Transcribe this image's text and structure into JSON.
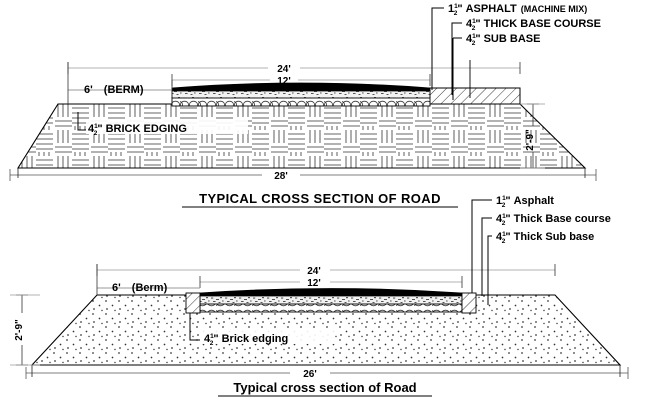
{
  "drawing": {
    "sheet_title": "Typical cross section of Road drawing",
    "background_color": "#ffffff",
    "line_color": "#000000",
    "dim_line_color": "#808080",
    "asphalt_color": "#000000"
  },
  "top_section": {
    "title": "TYPICAL CROSS SECTION OF ROAD",
    "callouts": [
      {
        "id": "asphalt",
        "value": "1",
        "frac_num": "1",
        "frac_den": "2",
        "unit": "\"",
        "label": "ASPHALT",
        "note": "(MACHINE MIX)"
      },
      {
        "id": "base-course",
        "value": "4",
        "frac_num": "1",
        "frac_den": "2",
        "unit": "\"",
        "label": "THICK BASE COURSE",
        "note": ""
      },
      {
        "id": "sub-base",
        "value": "4",
        "frac_num": "1",
        "frac_den": "2",
        "unit": "\"",
        "label": "SUB BASE",
        "note": ""
      }
    ],
    "brick_edging": {
      "value": "4",
      "frac_num": "1",
      "frac_den": "2",
      "unit": "\"",
      "label": "BRICK EDGING"
    },
    "dimensions": {
      "berm": "6'",
      "berm_note": "(BERM)",
      "carriageway": "24'",
      "half_carriageway": "12'",
      "overall_width": "28'",
      "depth": "2'-9\""
    }
  },
  "bottom_section": {
    "title": "Typical cross section of Road",
    "callouts": [
      {
        "id": "asphalt",
        "value": "1",
        "frac_num": "1",
        "frac_den": "2",
        "unit": "\"",
        "label": "Asphalt"
      },
      {
        "id": "base-course",
        "value": "4",
        "frac_num": "1",
        "frac_den": "2",
        "unit": "\"",
        "label": "Thick Base course"
      },
      {
        "id": "sub-base",
        "value": "4",
        "frac_num": "1",
        "frac_den": "2",
        "unit": "\"",
        "label": "Thick Sub base"
      }
    ],
    "brick_edging": {
      "value": "4",
      "frac_num": "1",
      "frac_den": "2",
      "unit": "\"",
      "label": "Brick edging"
    },
    "dimensions": {
      "berm": "6'",
      "berm_note": "(Berm)",
      "carriageway": "24'",
      "half_carriageway": "12'",
      "overall_width": "26'",
      "depth": "2'-9\""
    }
  }
}
